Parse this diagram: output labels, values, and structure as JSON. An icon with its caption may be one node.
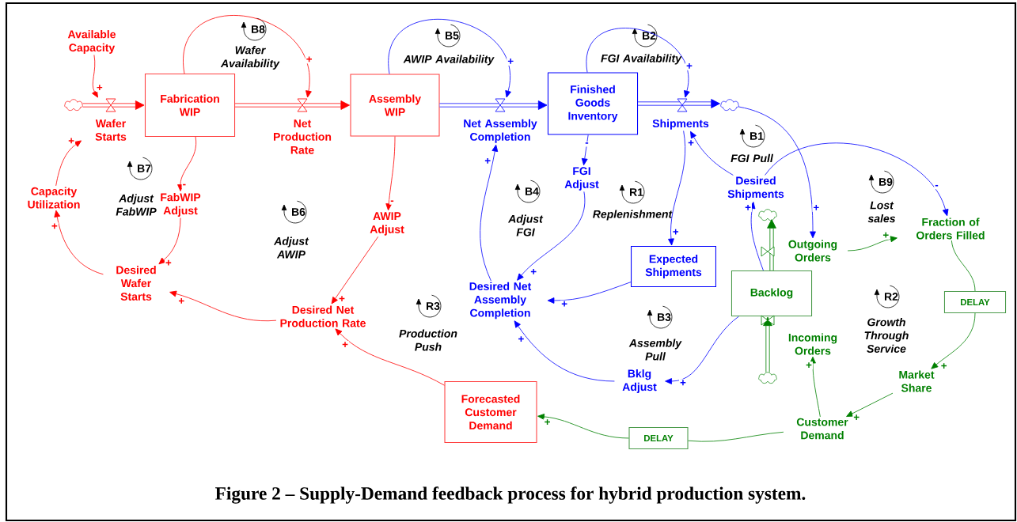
{
  "diagram": {
    "caption": "Figure 2 – Supply-Demand feedback process for hybrid production system.",
    "nodes": [
      {
        "text": [
          "Available Capacity"
        ]
      },
      {
        "text": [],
        "shape": "cloud"
      },
      {
        "text": [
          "Wafer Starts"
        ]
      },
      {
        "text": [
          "Fabrication WIP"
        ]
      },
      {
        "text": [
          "Net Production Rate"
        ]
      },
      {
        "text": [
          "Assembly WIP"
        ]
      },
      {
        "text": [
          "Net Assembly Completion"
        ]
      },
      {
        "text": [
          "Finished Goods Inventory"
        ]
      },
      {
        "text": [
          "Shipments"
        ]
      },
      {
        "text": [],
        "shape": "cloud"
      },
      {
        "text": [
          "Desired Shipments"
        ]
      },
      {
        "text": [
          "FGI Adjust"
        ]
      },
      {
        "text": [
          "Expected Shipments"
        ]
      },
      {
        "text": [
          "Desired Net Assembly Completion"
        ]
      },
      {
        "text": [
          "Bklg Adjust"
        ]
      },
      {
        "text": [
          "Backlog"
        ]
      },
      {
        "text": [],
        "shape": "cloud"
      },
      {
        "text": [
          "Outgoing Orders"
        ]
      },
      {
        "text": [
          "Incoming Orders"
        ]
      },
      {
        "text": [],
        "shape": "cloud"
      },
      {
        "text": [
          "Fraction of Orders Filled"
        ]
      },
      {
        "text": [
          "DELAY"
        ]
      },
      {
        "text": [
          "Market Share"
        ]
      },
      {
        "text": [
          "Customer Demand"
        ]
      },
      {
        "text": [
          "DELAY"
        ]
      },
      {
        "text": [
          "Forecasted Customer Demand"
        ]
      },
      {
        "text": [
          "Desired Net Production Rate"
        ]
      },
      {
        "text": [
          "AWIP Adjust"
        ]
      },
      {
        "text": [
          "FabWIP Adjust"
        ]
      },
      {
        "text": [
          "Desired Wafer Starts"
        ]
      },
      {
        "text": [
          "Capacity Utilization"
        ]
      }
    ],
    "edges": [
      {
        "from": 1,
        "to": 3,
        "arrow": "to",
        "style": "thick",
        "color": "#ff0000"
      },
      {
        "from": 3,
        "to": 5,
        "arrow": "to",
        "style": "thick",
        "color": "#ff0000"
      },
      {
        "from": 5,
        "to": 7,
        "arrow": "to",
        "style": "thick"
      },
      {
        "from": 7,
        "to": 9,
        "arrow": "to",
        "style": "thick"
      },
      {
        "from": 19,
        "to": 15,
        "arrow": "to",
        "style": "thick",
        "color": "#008000"
      },
      {
        "from": 15,
        "to": 16,
        "arrow": "to",
        "style": "thick",
        "color": "#008000"
      },
      {
        "from": 0,
        "to": 2,
        "arrow": "to",
        "label": "+",
        "color": "#ff0000"
      },
      {
        "from": 3,
        "to": 4,
        "arrow": "to",
        "label": "+",
        "color": "#ff0000"
      },
      {
        "from": 5,
        "to": 6,
        "arrow": "to",
        "label": "+"
      },
      {
        "from": 7,
        "to": 8,
        "arrow": "to",
        "label": "+"
      },
      {
        "from": 3,
        "to": 28,
        "arrow": "to",
        "label": "-",
        "color": "#ff0000"
      },
      {
        "from": 28,
        "to": 29,
        "arrow": "to",
        "label": "+",
        "color": "#ff0000"
      },
      {
        "from": 29,
        "to": 30,
        "arrow": "to",
        "label": "+",
        "color": "#ff0000"
      },
      {
        "from": 30,
        "to": 2,
        "arrow": "to",
        "label": "+",
        "color": "#ff0000"
      },
      {
        "from": 5,
        "to": 27,
        "arrow": "to",
        "label": "-",
        "color": "#ff0000"
      },
      {
        "from": 27,
        "to": 26,
        "arrow": "to",
        "label": "+",
        "color": "#ff0000"
      },
      {
        "from": 26,
        "to": 29,
        "arrow": "to",
        "label": "+",
        "color": "#ff0000"
      },
      {
        "from": 25,
        "to": 26,
        "arrow": "to",
        "label": "+",
        "color": "#ff0000"
      },
      {
        "from": 24,
        "to": 25,
        "arrow": "to",
        "label": "+",
        "color": "#008000"
      },
      {
        "from": 23,
        "to": 24,
        "arrow": "none",
        "color": "#008000"
      },
      {
        "from": 13,
        "to": 6,
        "arrow": "to",
        "label": "+"
      },
      {
        "from": 7,
        "to": 11,
        "arrow": "to",
        "label": "-"
      },
      {
        "from": 11,
        "to": 13,
        "arrow": "to",
        "label": "+"
      },
      {
        "from": 12,
        "to": 13,
        "arrow": "to",
        "label": "+"
      },
      {
        "from": 8,
        "to": 12,
        "arrow": "to",
        "label": "+"
      },
      {
        "from": 10,
        "to": 8,
        "arrow": "to",
        "label": "+"
      },
      {
        "from": 15,
        "to": 10,
        "arrow": "to",
        "label": "+"
      },
      {
        "from": 15,
        "to": 14,
        "arrow": "to",
        "label": "+"
      },
      {
        "from": 14,
        "to": 13,
        "arrow": "to",
        "label": "+"
      },
      {
        "from": 9,
        "to": 17,
        "arrow": "to",
        "label": "+"
      },
      {
        "from": 10,
        "to": 20,
        "arrow": "to",
        "label": "-"
      },
      {
        "from": 17,
        "to": 20,
        "arrow": "to",
        "label": "+",
        "color": "#008000"
      },
      {
        "from": 20,
        "to": 21,
        "arrow": "none",
        "color": "#008000"
      },
      {
        "from": 21,
        "to": 22,
        "arrow": "to",
        "label": "+",
        "color": "#008000"
      },
      {
        "from": 22,
        "to": 23,
        "arrow": "to",
        "label": "+",
        "color": "#008000"
      },
      {
        "from": 23,
        "to": 18,
        "arrow": "to",
        "label": "+",
        "color": "#008000"
      }
    ],
    "labels": [
      "B8",
      "Wafer Availability",
      "B5",
      "AWIP Availability",
      "B2",
      "FGI Availability",
      "B1",
      "FGI Pull",
      "B7",
      "Adjust FabWIP",
      "B4",
      "Adjust FGI",
      "R1",
      "Replenishment",
      "B6",
      "Adjust AWIP",
      "B9",
      "Lost sales",
      "R3",
      "Production Push",
      "B3",
      "Assembly Pull",
      "R2",
      "Growth Through Service"
    ]
  }
}
